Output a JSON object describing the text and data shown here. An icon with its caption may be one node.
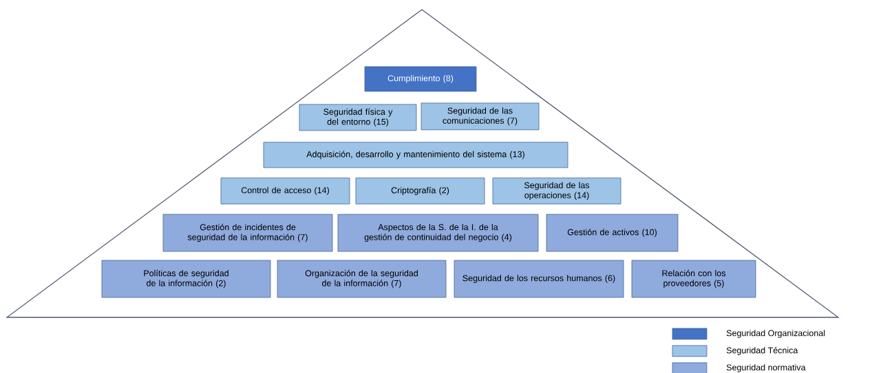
{
  "diagram": {
    "nodes": [
      {
        "text": [],
        "shape": "triangle"
      },
      {
        "text": [
          "Cumplimiento (8)"
        ],
        "in": 0
      },
      {
        "text": [
          "Seguridad física y del entorno (15)"
        ],
        "in": 0
      },
      {
        "text": [
          "Seguridad de las comunicaciones (7)"
        ],
        "in": 0
      },
      {
        "text": [
          "Adquisición, desarrollo y mantenimiento del sistema (13)"
        ],
        "in": 0
      },
      {
        "text": [
          "Control de acceso (14)"
        ],
        "in": 0
      },
      {
        "text": [
          "Criptografía (2)"
        ],
        "in": 0
      },
      {
        "text": [
          "Seguridad de las operaciones (14)"
        ],
        "in": 0
      },
      {
        "text": [
          "Gestión de incidentes de seguridad de la información (7)"
        ],
        "in": 0
      },
      {
        "text": [
          "Aspectos de la S. de la I. de la gestión de continuidad del negocio (4)"
        ],
        "in": 0
      },
      {
        "text": [
          "Gestión de activos (10)"
        ],
        "in": 0
      },
      {
        "text": [
          "Políticas de seguridad de la información (2)"
        ],
        "in": 0
      },
      {
        "text": [
          "Organización de la seguridad de la información (7)"
        ],
        "in": 0
      },
      {
        "text": [
          "Seguridad de los recursos humanos (6)"
        ],
        "in": 0
      },
      {
        "text": [
          "Relación con los proveedores (5)"
        ],
        "in": 0
      }
    ],
    "legend": [
      {
        "text": "Seguridad Organizacional",
        "color": "#4472c4"
      },
      {
        "text": "Seguridad Técnica",
        "color": "#9dc3e6"
      },
      {
        "text": "Seguridad normativa",
        "color": "#8faadc"
      }
    ]
  }
}
